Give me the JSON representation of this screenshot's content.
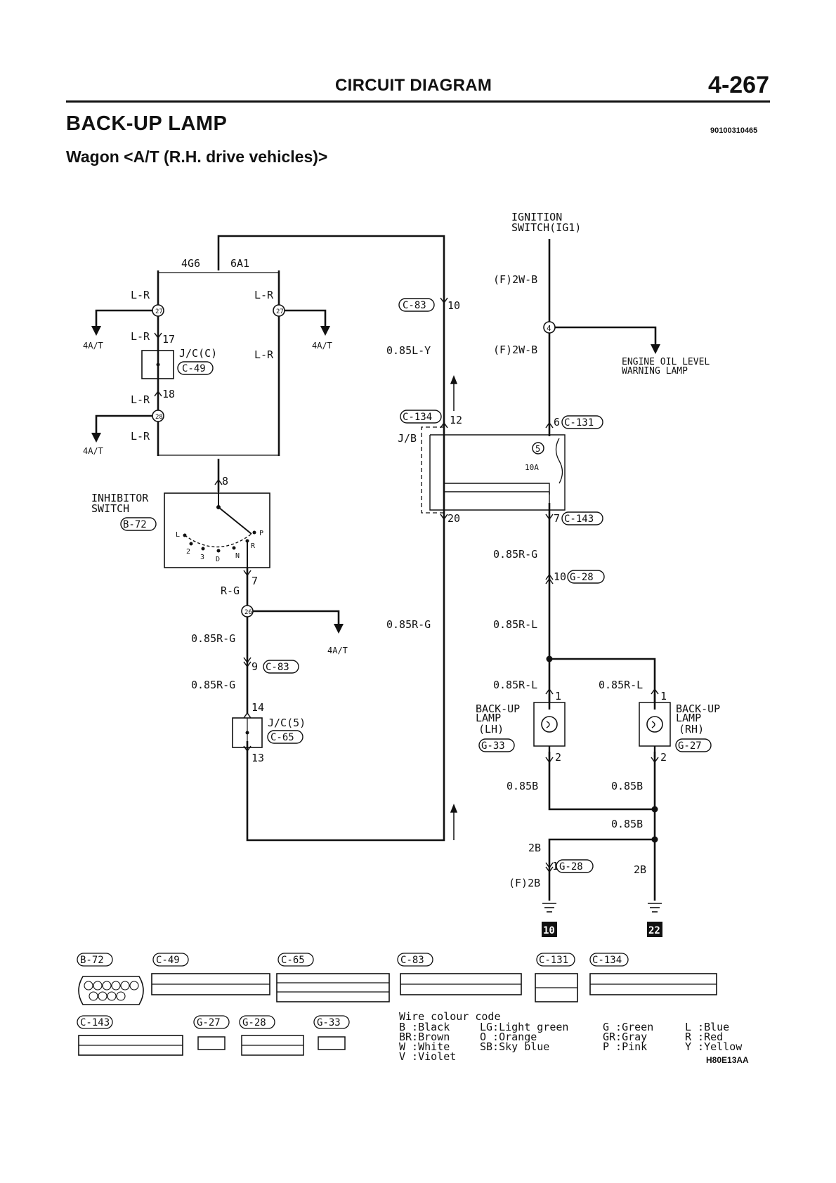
{
  "header": {
    "section": "CIRCUIT DIAGRAM",
    "page": "4-267",
    "title": "BACK-UP LAMP",
    "doc_code": "90100310465",
    "subtitle": "Wagon <A/T (R.H. drive vehicles)>",
    "figure_code": "H80E13AA"
  },
  "labels": {
    "ignition": [
      "IGNITION",
      "SWITCH(IG1)"
    ],
    "w_f2wb": "(F)2W-B",
    "fuse_num": "4",
    "oil_lamp": [
      "ENGINE OIL LEVEL",
      "WARNING LAMP"
    ],
    "c83_top": "C-83",
    "pin10": "10",
    "w_085ly": "0.85L-Y",
    "c134": "C-134",
    "pin12": "12",
    "jb": "J/B",
    "pin6": "6",
    "c131": "C-131",
    "fuse5": "5",
    "fuse_amp": "10A",
    "pin20": "20",
    "pin7": "7",
    "c143": "C-143",
    "w_085rg": "0.85R-G",
    "pin10b": "10",
    "g28": "G-28",
    "w_085rl": "0.85R-L",
    "g4": "4G6",
    "a6": "6A1",
    "w_lr": "L-R",
    "node27": "27",
    "node28": "28",
    "node26": "26",
    "at": "4A/T",
    "pin17": "17",
    "pin18": "18",
    "jc_c": "J/C(C)",
    "c49": "C-49",
    "inhibitor": [
      "INHIBITOR",
      "SWITCH"
    ],
    "b72": "B-72",
    "pin8": "8",
    "pos_l": "L",
    "pos_2": "2",
    "pos_3": "3",
    "pos_d": "D",
    "pos_n": "N",
    "pos_r": "R",
    "pos_p": "P",
    "pin7b": "7",
    "w_rg": "R-G",
    "pin9": "9",
    "c83": "C-83",
    "pin14": "14",
    "jc5": "J/C(5)",
    "c65": "C-65",
    "pin13": "13",
    "pin1": "1",
    "pin2": "2",
    "lamp_lh": [
      "BACK-UP",
      "LAMP",
      "(LH)"
    ],
    "g33": "G-33",
    "lamp_rh": [
      "BACK-UP",
      "LAMP",
      "(RH)"
    ],
    "g27": "G-27",
    "w_085b": "0.85B",
    "w_2b": "2B",
    "w_f2b": "(F)2B",
    "pin1b": "1",
    "ground_10": "10",
    "ground_22": "22"
  },
  "connectors": {
    "b72": "B-72",
    "c49": "C-49",
    "c65": "C-65",
    "c83": "C-83",
    "c131": "C-131",
    "c134": "C-134",
    "c143": "C-143",
    "g27": "G-27",
    "g28": "G-28",
    "g33": "G-33"
  },
  "wire_colour_code": {
    "title": "Wire colour code",
    "col1": [
      "B :Black",
      "BR:Brown",
      "W :White",
      "V :Violet"
    ],
    "col2": [
      "LG:Light green",
      "O :Orange",
      "SB:Sky blue"
    ],
    "col3": [
      "G :Green",
      "GR:Gray",
      "P :Pink"
    ],
    "col4": [
      "L :Blue",
      "R :Red",
      "Y :Yellow"
    ]
  }
}
